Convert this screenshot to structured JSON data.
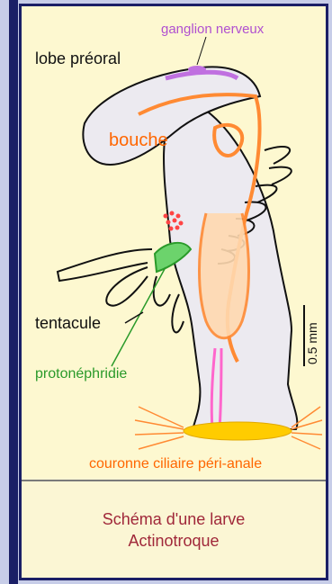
{
  "diagram": {
    "labels": {
      "ganglion": "ganglion nerveux",
      "lobe": "lobe préoral",
      "bouche": "bouche",
      "tentacule": "tentacule",
      "protonephridie": "protonéphridie",
      "couronne": "couronne ciliaire péri-anale",
      "scale": "0.5 mm"
    },
    "colors": {
      "background": "#fdf8d0",
      "outline": "#111111",
      "body_fill": "#eceaf0",
      "gut_orange": "#ff8a33",
      "nerve_purple": "#c070e0",
      "pink": "#ff66cc",
      "protonephridia_green": "#2a9a2a",
      "ring_yellow": "#ffcc00",
      "label_orange": "#ff6600",
      "label_purple": "#b050d0"
    }
  },
  "caption": {
    "line1": "Schéma d'une larve",
    "line2": "Actinotroque"
  }
}
